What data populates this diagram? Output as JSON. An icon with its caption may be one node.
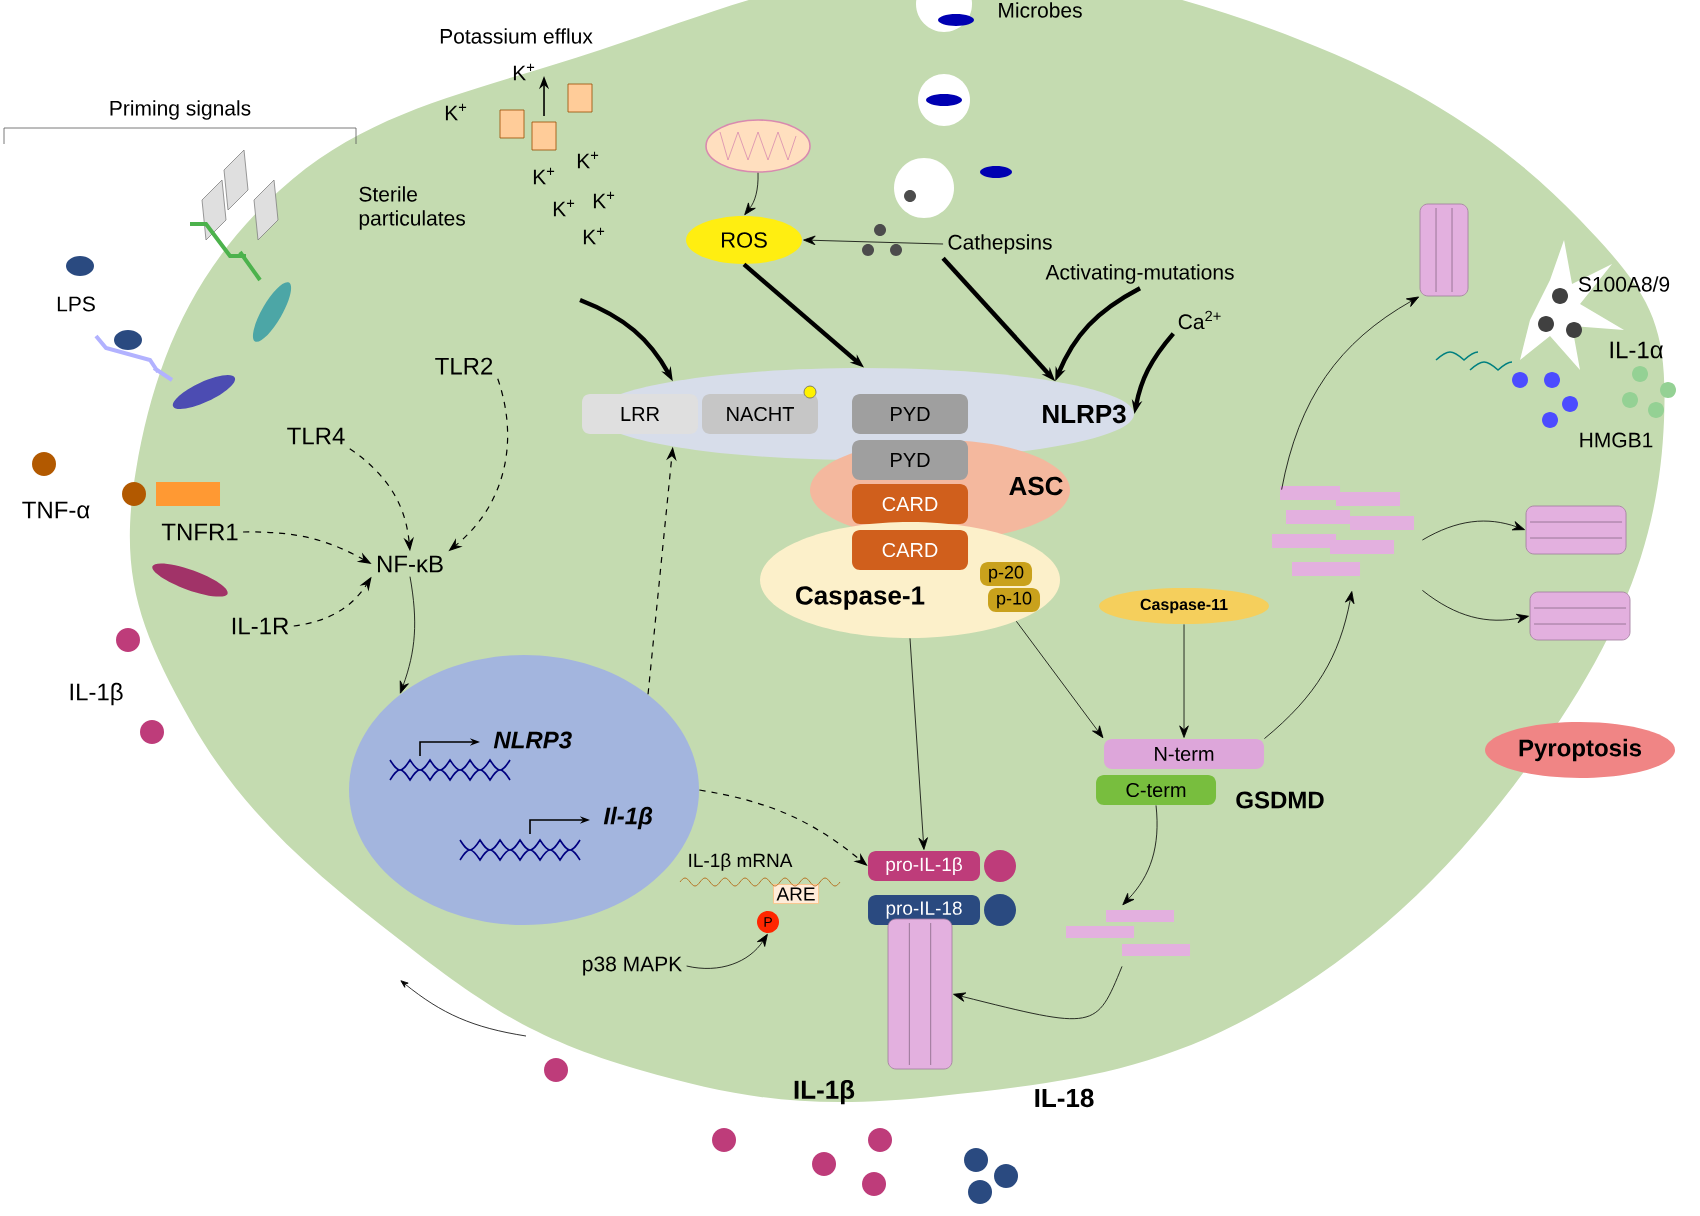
{
  "diagram": {
    "nodes": [
      {
        "text": [
          "TLR2"
        ]
      },
      {
        "text": [
          "TLR4"
        ]
      },
      {
        "text": [
          "TNFR1"
        ]
      },
      {
        "text": [
          "IL-1R"
        ]
      },
      {
        "text": [
          "NF-κB"
        ]
      },
      {
        "text": [
          "NLRP3",
          "Il-1β"
        ]
      },
      {
        "text": [],
        "shape": "picture"
      },
      {
        "text": [
          "ROS"
        ]
      },
      {
        "text": [
          "Cathepsins"
        ]
      },
      {
        "text": [
          "Activating-mutations"
        ]
      },
      {
        "text": [
          "Ca$^{2+}$"
        ]
      },
      {
        "text": [
          "NLRP3"
        ]
      },
      {
        "text": [
          "LRR"
        ],
        "in": 11
      },
      {
        "text": [
          "NACHT"
        ],
        "in": 11
      },
      {
        "text": [
          "PYD"
        ],
        "in": 11
      },
      {
        "text": [
          "ASC"
        ]
      },
      {
        "text": [
          "PYD"
        ],
        "in": 15
      },
      {
        "text": [
          "CARD"
        ],
        "in": 15
      },
      {
        "text": [
          "Caspase-1"
        ]
      },
      {
        "text": [
          "CARD"
        ],
        "in": 18
      },
      {
        "text": [
          "p-20"
        ],
        "in": 18
      },
      {
        "text": [
          "p-10"
        ],
        "in": 18
      },
      {
        "text": [
          "Caspase-11"
        ]
      },
      {
        "text": [
          "N-term"
        ]
      },
      {
        "text": [
          "C-term"
        ]
      },
      {
        "text": [],
        "shape": "picture"
      },
      {
        "text": [],
        "shape": "picture"
      },
      {
        "text": [],
        "shape": "picture"
      },
      {
        "text": [],
        "shape": "picture"
      },
      {
        "text": [],
        "shape": "picture"
      },
      {
        "text": [
          "pro-IL-1β"
        ]
      },
      {
        "text": [
          "pro-IL-18"
        ]
      },
      {
        "text": [],
        "shape": "picture"
      },
      {
        "text": [
          "ARE"
        ]
      },
      {
        "text": [
          "P"
        ]
      },
      {
        "text": [
          "p38 MAPK"
        ]
      },
      {
        "text": [
          "Pyroptosis"
        ]
      }
    ],
    "edges": [
      {
        "from": 0,
        "to": 4,
        "arrow": "to",
        "style": "dashed"
      },
      {
        "from": 1,
        "to": 4,
        "arrow": "to",
        "style": "dashed"
      },
      {
        "from": 2,
        "to": 4,
        "arrow": "to",
        "style": "dashed"
      },
      {
        "from": 3,
        "to": 4,
        "arrow": "to",
        "style": "dashed"
      },
      {
        "from": 4,
        "to": 5,
        "arrow": "to"
      },
      {
        "from": 5,
        "to": 11,
        "arrow": "to",
        "style": "dashed"
      },
      {
        "from": 5,
        "to": 30,
        "arrow": "to",
        "style": "dashed"
      },
      {
        "from": 6,
        "to": 7,
        "arrow": "to"
      },
      {
        "from": 8,
        "to": 7,
        "arrow": "to"
      },
      {
        "from": 7,
        "to": 11,
        "arrow": "to",
        "style": "thick"
      },
      {
        "from": 8,
        "to": 11,
        "arrow": "to",
        "style": "thick"
      },
      {
        "from": 9,
        "to": 11,
        "arrow": "to",
        "style": "thick"
      },
      {
        "from": 10,
        "to": 11,
        "arrow": "to",
        "style": "thick"
      },
      {
        "from": null,
        "to": 11,
        "arrow": "to",
        "style": "thick"
      },
      {
        "from": 18,
        "to": 30,
        "arrow": "to"
      },
      {
        "from": 18,
        "to": 23,
        "arrow": "to"
      },
      {
        "from": 22,
        "to": 23,
        "arrow": "to"
      },
      {
        "from": 23,
        "to": 25,
        "arrow": "to"
      },
      {
        "from": 25,
        "to": 26,
        "arrow": "to"
      },
      {
        "from": 25,
        "to": 27,
        "arrow": "to"
      },
      {
        "from": 25,
        "to": 28,
        "arrow": "to"
      },
      {
        "from": 24,
        "to": 29,
        "arrow": "to"
      },
      {
        "from": 29,
        "to": 32,
        "arrow": "to"
      },
      {
        "from": 35,
        "to": 34,
        "arrow": "to"
      }
    ],
    "labels": [
      "Priming signals",
      "Sterile particulates",
      "LPS",
      "TNF-α",
      "IL-1β",
      "Potassium efflux",
      "K$^{+}$",
      "K$^{+}$",
      "K$^{+}$",
      "K$^{+}$",
      "K$^{+}$",
      "K$^{+}$",
      "K$^{+}$",
      "Microbes",
      "IL-1β mRNA",
      "S100A8/9",
      "IL-1α",
      "HMGB1",
      "IL-1β",
      "IL-18",
      "GSDMD"
    ]
  }
}
